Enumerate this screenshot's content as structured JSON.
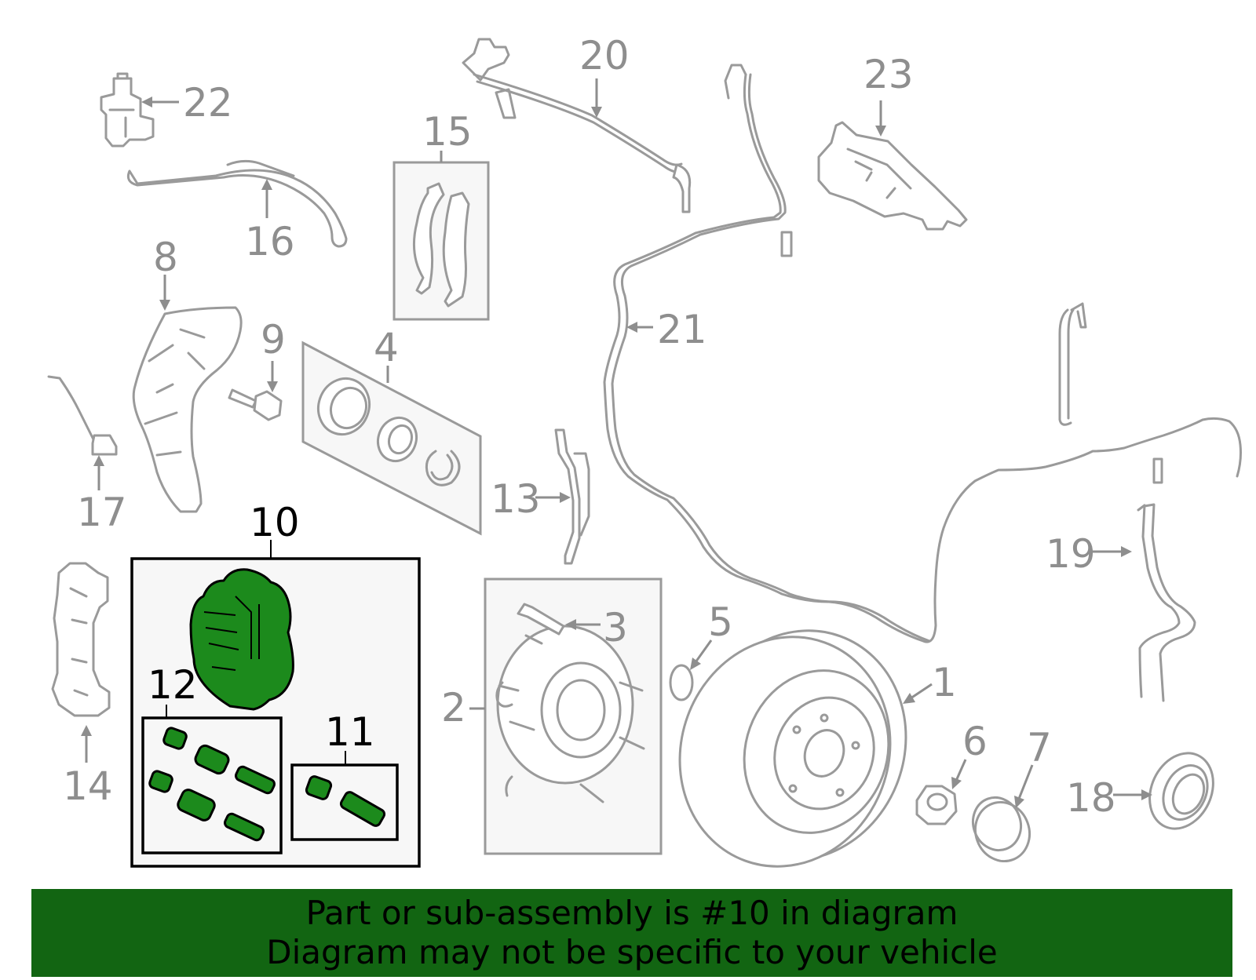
{
  "labels": {
    "l1": "1",
    "l2": "2",
    "l3": "3",
    "l4": "4",
    "l5": "5",
    "l6": "6",
    "l7": "7",
    "l8": "8",
    "l9": "9",
    "l10": "10",
    "l11": "11",
    "l12": "12",
    "l13": "13",
    "l14": "14",
    "l15": "15",
    "l16": "16",
    "l17": "17",
    "l18": "18",
    "l19": "19",
    "l20": "20",
    "l21": "21",
    "l22": "22",
    "l23": "23"
  },
  "highlighted_part": "10",
  "colors": {
    "banner_bg": "#126512",
    "highlight": "#1c8a1c",
    "part_line": "#9a9a9a",
    "label": "#8e8e8e"
  },
  "banner": {
    "line1": "Part or sub-assembly is #10 in diagram",
    "line2": "Diagram may not be specific to your vehicle"
  }
}
